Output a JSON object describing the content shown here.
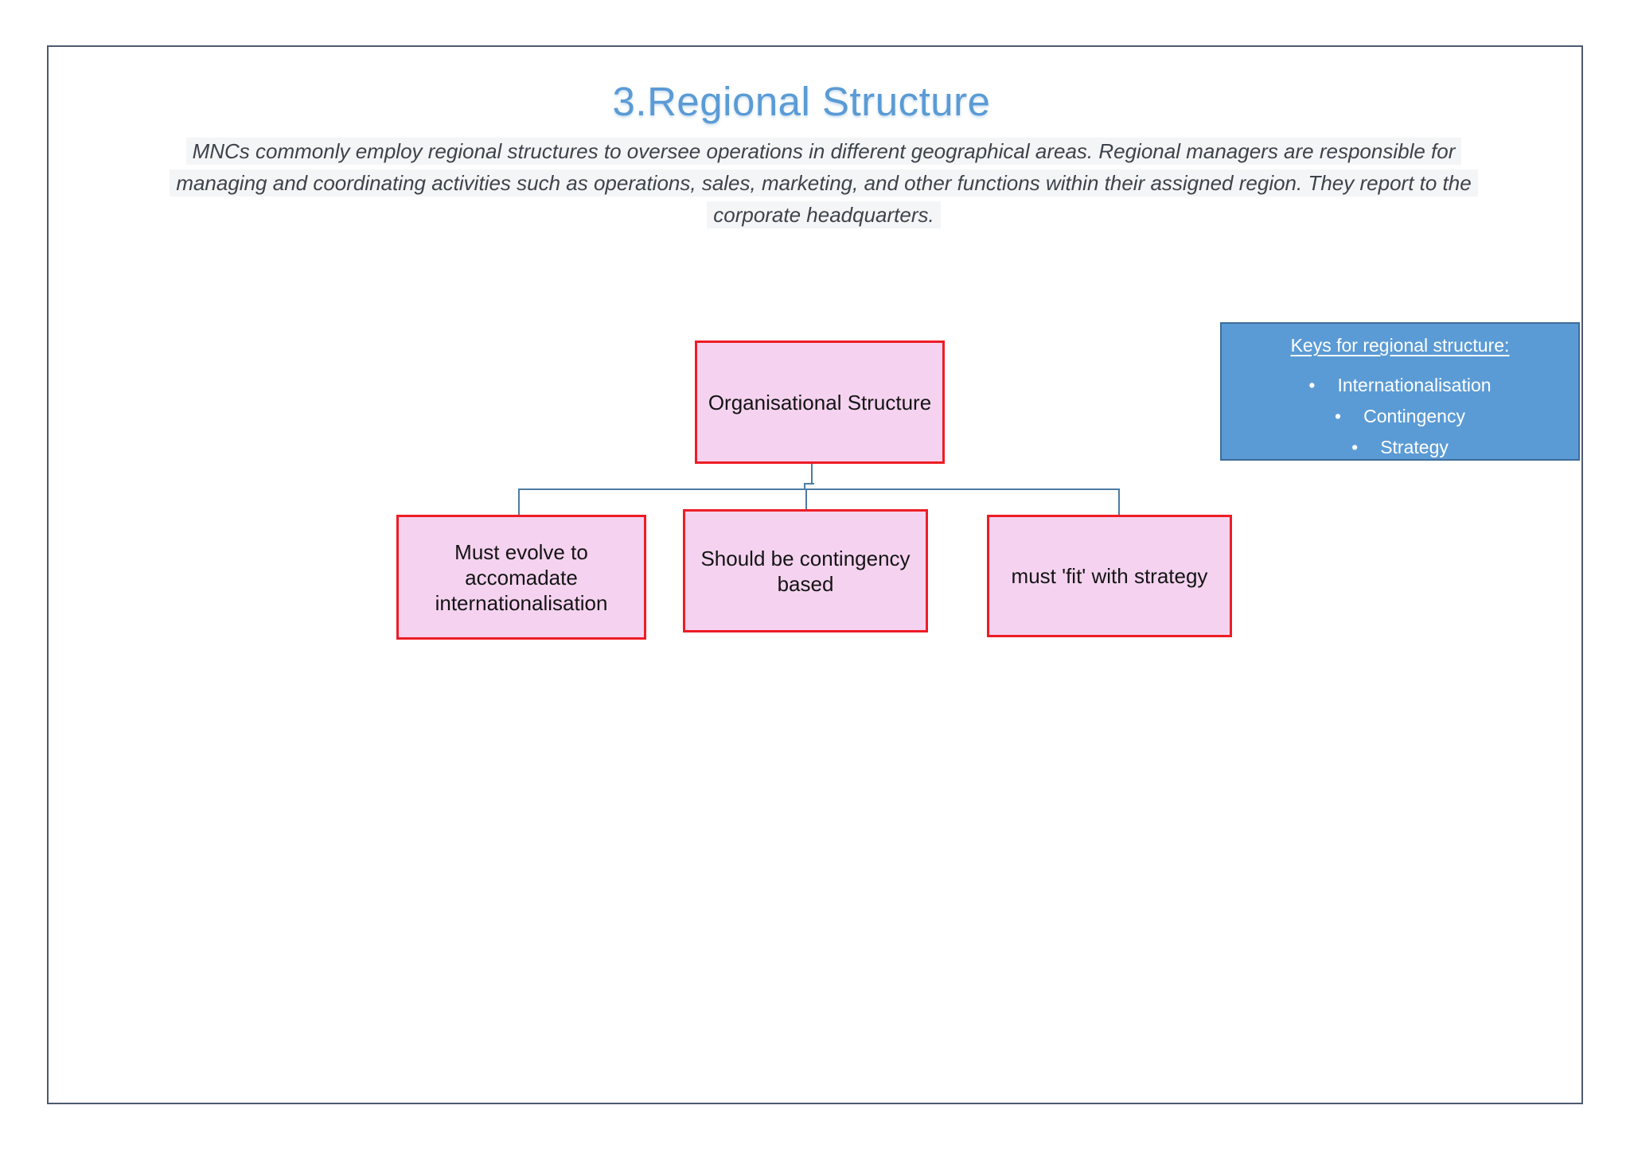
{
  "page": {
    "title": "3.Regional Structure"
  },
  "intro": {
    "lines": [
      "MNCs commonly employ regional structures to oversee operations in different geographical areas. Regional managers are responsible for",
      "managing and coordinating activities such as operations, sales, marketing, and other functions within their assigned region. They report to the",
      "corporate headquarters."
    ]
  },
  "org_chart": {
    "root": {
      "label": "Organisational Structure"
    },
    "children": [
      {
        "label": "Must evolve to accomadate internationalisation"
      },
      {
        "label": "Should be contingency based"
      },
      {
        "label": "must 'fit' with strategy"
      }
    ]
  },
  "keys_box": {
    "heading": "Keys for regional structure:",
    "bullet_char": "•",
    "items": [
      "Internationalisation",
      "Contingency",
      "Strategy"
    ]
  },
  "colors": {
    "title_blue": "#5b9bd5",
    "shape_fill_pink": "#f5d3f0",
    "shape_border_red": "#ee1c25",
    "connector_blue": "#4d7ba3",
    "keys_fill_blue": "#5b9bd5",
    "keys_border_blue": "#3e6d9c",
    "page_border_gray": "#4d5a6e",
    "intro_highlight": "#f4f5f6",
    "intro_text": "#3d434b"
  }
}
